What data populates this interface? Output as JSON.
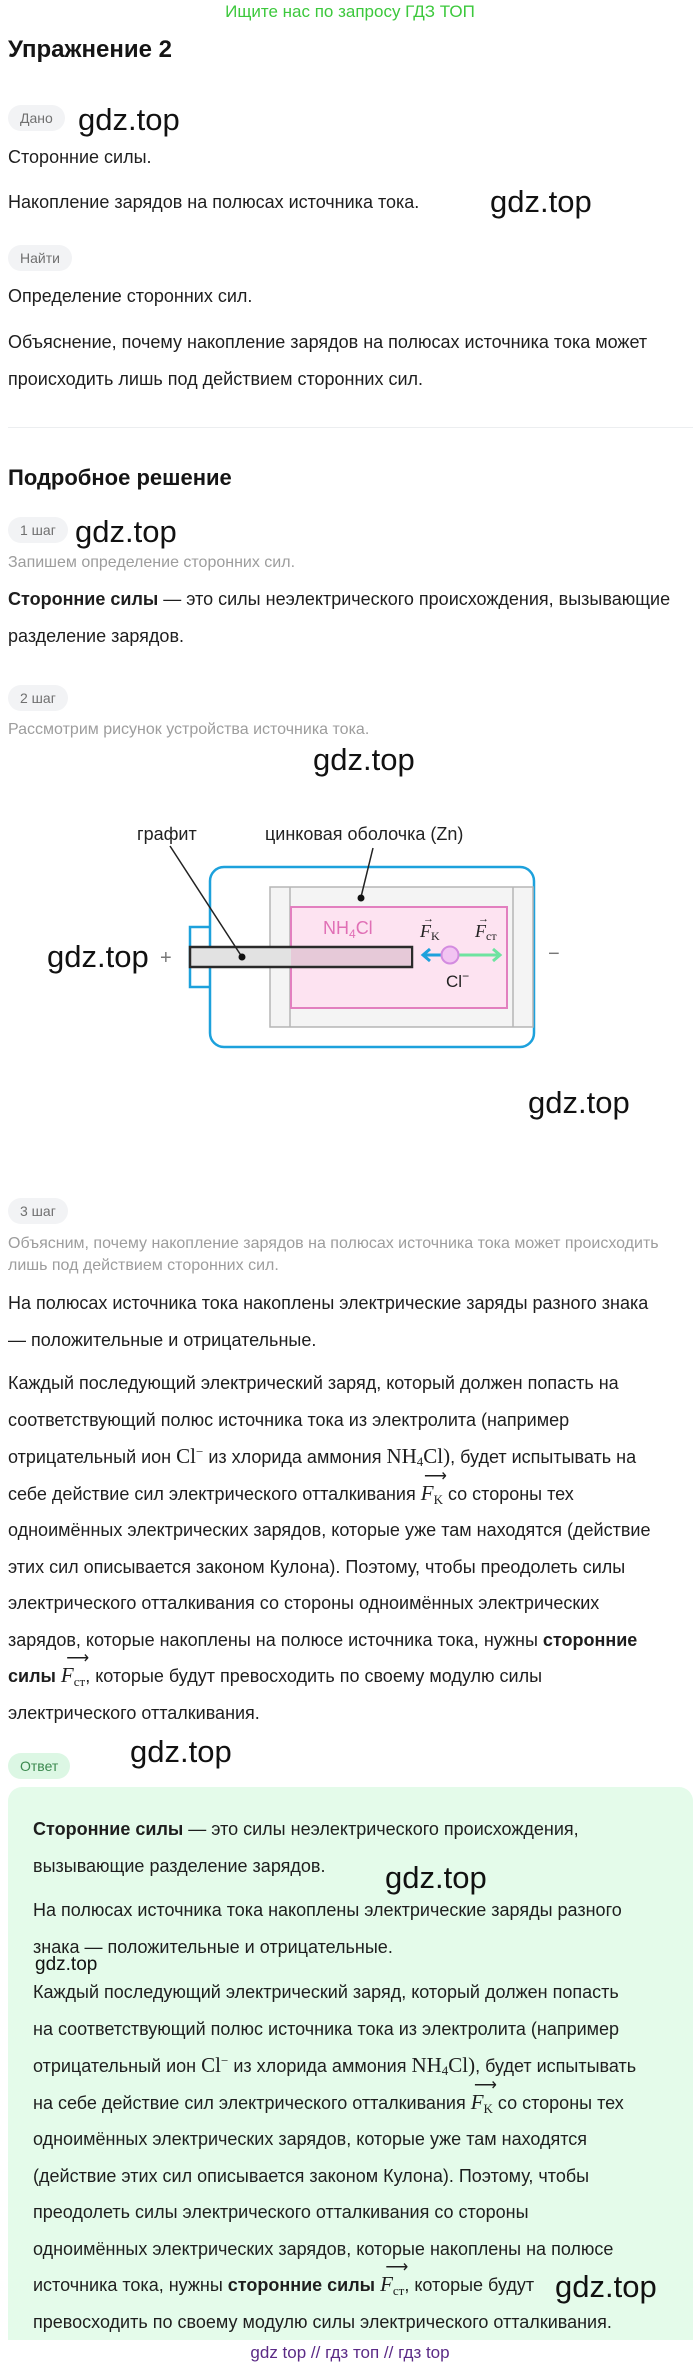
{
  "banner": "Ищите нас по запросу ГДЗ ТОП",
  "title": "Упражнение 2",
  "watermark": "gdz.top",
  "given": {
    "label": "Дано",
    "items": [
      "Сторонние силы.",
      "Накопление зарядов на полюсах источника тока."
    ]
  },
  "find": {
    "label": "Найти",
    "item1": "Определение сторонних сил.",
    "item2_lines": [
      "Объяснение, почему накопление зарядов на полюсах источника тока может",
      "происходить лишь под действием сторонних сил."
    ]
  },
  "solution": {
    "title": "Подробное решение",
    "step1": {
      "label": "1 шаг",
      "hint": "Запишем определение сторонних сил.",
      "lines": [
        [
          {
            "b": "Сторонние силы"
          },
          {
            "t": " — это силы неэлектрического происхождения, вызывающие"
          }
        ],
        [
          {
            "t": "разделение зарядов."
          }
        ]
      ]
    },
    "step2": {
      "label": "2 шаг",
      "hint": "Рассмотрим рисунок устройства источника тока.",
      "figure": {
        "graphite_label": "графит",
        "shell_label": "цинковая оболочка (Zn)",
        "electrolyte": "NH",
        "electrolyte_sub": "4",
        "electrolyte_end": "Cl",
        "force_k": "F",
        "force_k_sub": "K",
        "force_st": "F",
        "force_st_sub": "ст",
        "ion": "Cl",
        "ion_sup": "−",
        "plus": "+",
        "minus": "−",
        "colors": {
          "case": "#1da1dc",
          "shell": "#b5b5b5",
          "electrolyte_border": "#e27fbf",
          "electrolyte_fill": "#fde3f1",
          "arrow_k": "#1da1dc",
          "arrow_st": "#6ee3a0",
          "ion": "#d38be0"
        }
      }
    },
    "step3": {
      "label": "3 шаг",
      "hint_lines": [
        "Объясним, почему накопление зарядов на полюсах источника тока может происходить",
        "лишь под действием сторонних сил."
      ],
      "para1": [
        [
          {
            "t": "На полюсах источника тока накоплены электрические заряды разного знака"
          }
        ],
        [
          {
            "t": "— положительные и отрицательные."
          }
        ]
      ],
      "para2": [
        [
          {
            "t": "Каждый последующий электрический заряд, который должен попасть на"
          }
        ],
        [
          {
            "t": "соответствующий полюс источника тока из электролита (например"
          }
        ],
        [
          {
            "t": "отрицательный ион "
          },
          {
            "m": "Cl",
            "sup": "−"
          },
          {
            "t": "  из хлорида аммония "
          },
          {
            "m": "NH",
            "sub": "4"
          },
          {
            "m": "Cl)"
          },
          {
            "t": ", будет испытывать на"
          }
        ],
        [
          {
            "t": "себе действие сил электрического отталкивания "
          },
          {
            "v": "F",
            "vsub": "K"
          },
          {
            "t": " со стороны тех"
          }
        ],
        [
          {
            "t": "одноимённых электрических зарядов, которые уже там находятся (действие"
          }
        ],
        [
          {
            "t": "этих сил описывается законом Кулона). Поэтому, чтобы преодолеть силы"
          }
        ],
        [
          {
            "t": "электрического отталкивания со стороны одноимённых электрических"
          }
        ],
        [
          {
            "t": "зарядов, которые накоплены на полюсе источника тока, нужны "
          },
          {
            "b": "сторонние"
          }
        ],
        [
          {
            "b": "силы"
          },
          {
            "t": " "
          },
          {
            "v": "F",
            "vsub": "ст"
          },
          {
            "t": ", которые будут превосходить по своему модулю силы"
          }
        ],
        [
          {
            "t": "электрического отталкивания."
          }
        ]
      ]
    }
  },
  "answer": {
    "label": "Ответ",
    "para1": [
      [
        {
          "b": "Сторонние силы"
        },
        {
          "t": " — это силы неэлектрического происхождения,"
        }
      ],
      [
        {
          "t": "вызывающие разделение зарядов."
        }
      ]
    ],
    "para2": [
      [
        {
          "t": "На полюсах источника тока накоплены электрические заряды разного"
        }
      ],
      [
        {
          "t": "знака — положительные и отрицательные."
        }
      ]
    ],
    "para3": [
      [
        {
          "t": "Каждый последующий электрический заряд, который должен попасть"
        }
      ],
      [
        {
          "t": "на соответствующий полюс источника тока из электролита (например"
        }
      ],
      [
        {
          "t": "отрицательный ион "
        },
        {
          "m": "Cl",
          "sup": "−"
        },
        {
          "t": "  из хлорида аммония "
        },
        {
          "m": "NH",
          "sub": "4"
        },
        {
          "m": "Cl)"
        },
        {
          "t": ", будет испытывать"
        }
      ],
      [
        {
          "t": "на себе действие сил электрического отталкивания "
        },
        {
          "v": "F",
          "vsub": "K"
        },
        {
          "t": " со стороны тех"
        }
      ],
      [
        {
          "t": "одноимённых электрических зарядов, которые уже там находятся"
        }
      ],
      [
        {
          "t": "(действие этих сил описывается законом Кулона). Поэтому, чтобы"
        }
      ],
      [
        {
          "t": "преодолеть силы электрического отталкивания со стороны"
        }
      ],
      [
        {
          "t": "одноимённых электрических зарядов, которые накоплены на полюсе"
        }
      ],
      [
        {
          "t": "источника тока, нужны "
        },
        {
          "b": "сторонние силы"
        },
        {
          "t": " "
        },
        {
          "v": "F",
          "vsub": "ст"
        },
        {
          "t": ", которые будут"
        }
      ],
      [
        {
          "t": "превосходить по своему модулю силы электрического отталкивания."
        }
      ]
    ]
  },
  "footer": "gdz top  //  гдз топ  //  гдз top"
}
